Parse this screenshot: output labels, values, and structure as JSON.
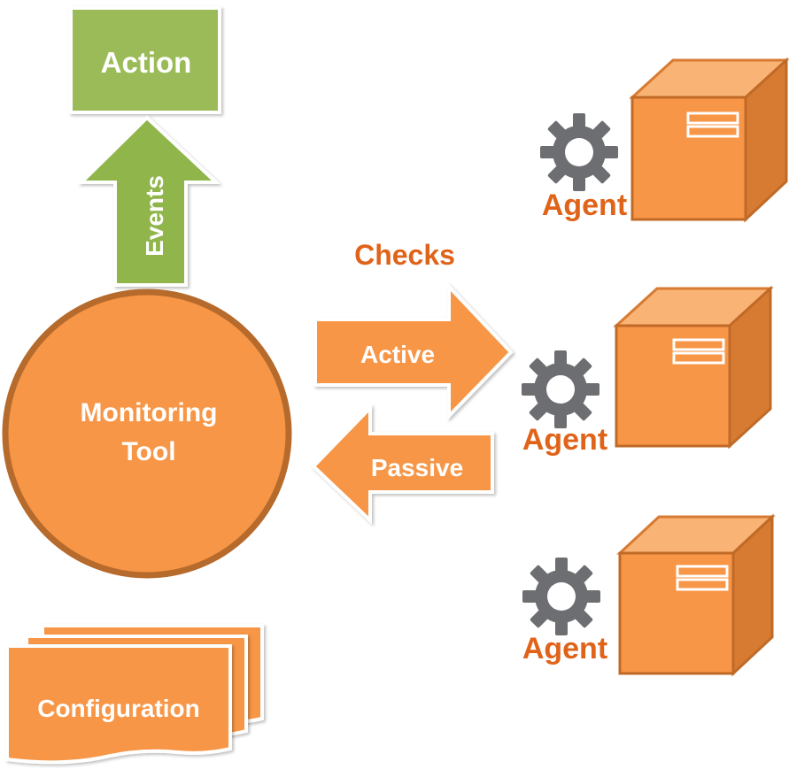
{
  "diagram": {
    "action": {
      "label": "Action"
    },
    "events": {
      "label": "Events"
    },
    "monitoring_tool": {
      "line1": "Monitoring",
      "line2": "Tool"
    },
    "checks": {
      "heading": "Checks"
    },
    "active": {
      "label": "Active"
    },
    "passive": {
      "label": "Passive"
    },
    "configuration": {
      "label": "Configuration"
    },
    "agents": [
      {
        "label": "Agent"
      },
      {
        "label": "Agent"
      },
      {
        "label": "Agent"
      }
    ],
    "colors": {
      "orange_fill": "#f79646",
      "orange_dark": "#b66a2c",
      "orange_text": "#e0631a",
      "green_fill": "#8fb54c",
      "green_light": "#9bbb59",
      "gear_gray": "#6d6e71",
      "box_top": "#f9b374",
      "box_side": "#d77b32"
    }
  }
}
